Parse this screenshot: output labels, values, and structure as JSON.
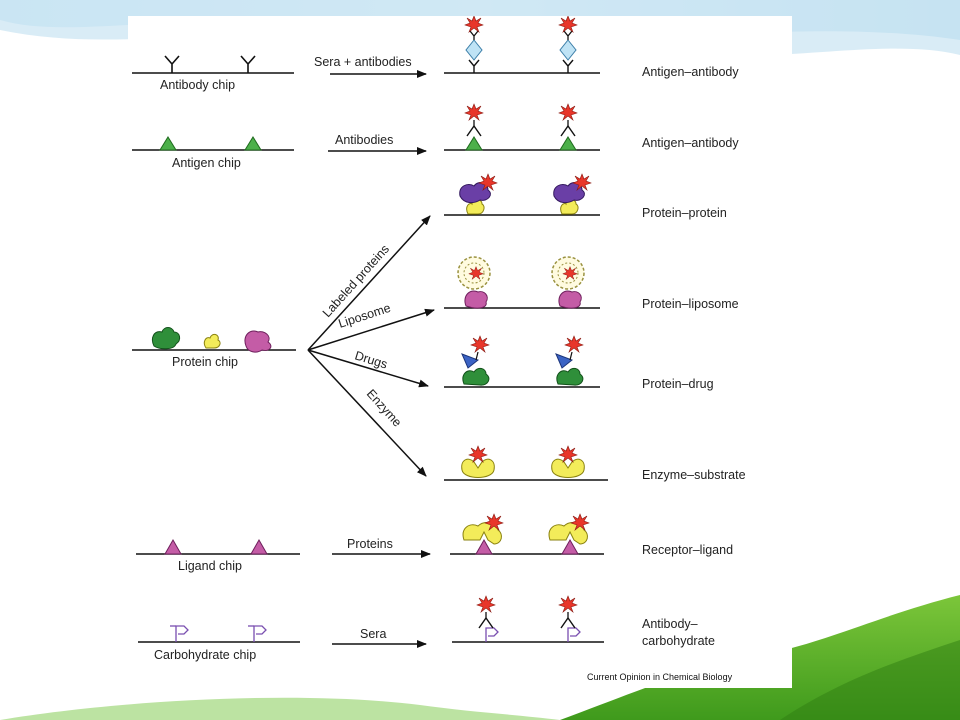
{
  "diagram": {
    "chips": {
      "antibody": "Antibody chip",
      "antigen": "Antigen chip",
      "protein": "Protein chip",
      "ligand": "Ligand chip",
      "carbohydrate": "Carbohydrate chip"
    },
    "arrows": {
      "sera_antibodies": "Sera + antibodies",
      "antibodies": "Antibodies",
      "labeled_proteins": "Labeled proteins",
      "liposome": "Liposome",
      "drugs": "Drugs",
      "enzyme": "Enzyme",
      "proteins": "Proteins",
      "sera": "Sera"
    },
    "results": {
      "antigen_antibody_1": "Antigen–antibody",
      "antigen_antibody_2": "Antigen–antibody",
      "protein_protein": "Protein–protein",
      "protein_liposome": "Protein–liposome",
      "protein_drug": "Protein–drug",
      "enzyme_substrate": "Enzyme–substrate",
      "receptor_ligand": "Receptor–ligand",
      "antibody_carbohydrate_1": "Antibody–",
      "antibody_carbohydrate_2": "carbohydrate"
    },
    "credit": "Current Opinion in Chemical Biology"
  }
}
